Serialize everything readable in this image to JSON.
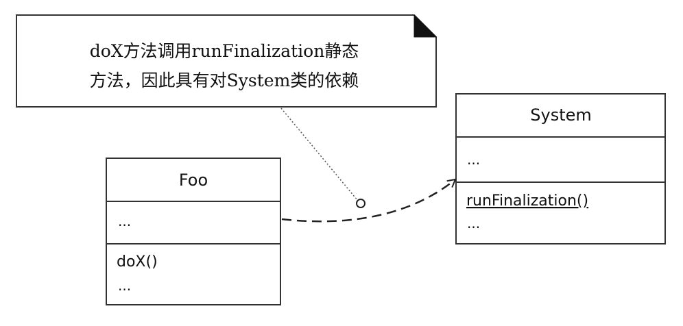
{
  "note": {
    "line1": "doX方法调用runFinalization静态",
    "line2": "方法，因此具有对System类的依赖"
  },
  "foo": {
    "name": "Foo",
    "attributes": "...",
    "method": "doX()",
    "methods_more": "..."
  },
  "system": {
    "name": "System",
    "attributes": "...",
    "method": "runFinalization()",
    "methods_more": "..."
  }
}
